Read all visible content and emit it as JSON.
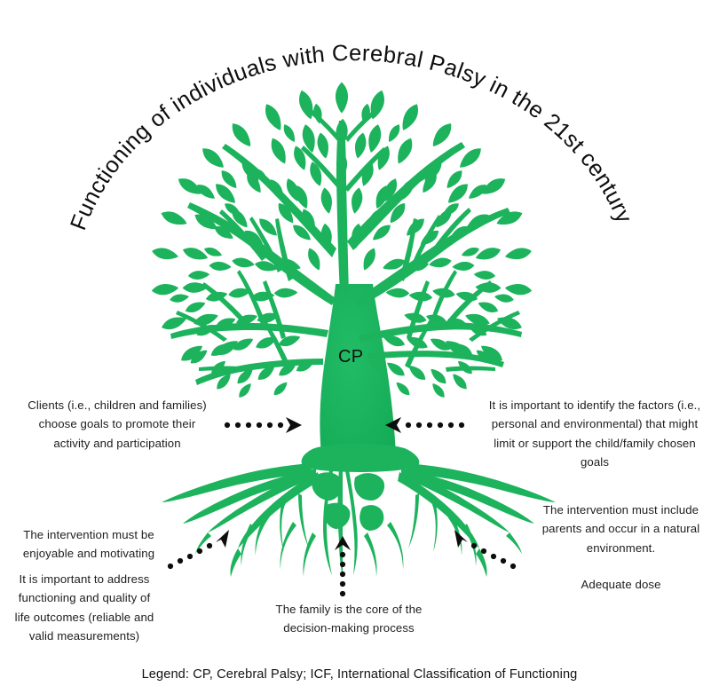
{
  "figure": {
    "title": "Functioning of individuals with Cerebral Palsy in the 21st century",
    "trunk_label": "CP",
    "legend": "Legend: CP, Cerebral Palsy; ICF, International Classification of Functioning",
    "colors": {
      "tree_green": "#1CB35C",
      "text_black": "#1a1a1a",
      "background": "#ffffff"
    }
  },
  "callouts": {
    "clients": {
      "lines": [
        "Clients (i.e., children and families)",
        "choose goals to promote their",
        "activity and participation"
      ],
      "text": "Clients (i.e., children and families) choose goals to promote their activity and participation"
    },
    "factors": {
      "lines": [
        "It is important to identify the factors (i.e.,",
        "personal and environmental) that might",
        "limit or support the child/family chosen",
        "goals"
      ],
      "text": "It is important to identify the factors (i.e., personal and environmental) that might limit or support the child/family chosen goals"
    },
    "enjoyable": {
      "lines": [
        "The intervention must be",
        "enjoyable and motivating"
      ],
      "text": "The intervention must be enjoyable and motivating"
    },
    "measurements": {
      "lines": [
        "It is important to address",
        "functioning and quality of",
        "life outcomes (reliable and",
        "valid measurements)"
      ],
      "text": "It is important to address functioning and quality of life outcomes (reliable and valid measurements)"
    },
    "parents": {
      "lines": [
        "The intervention must include",
        "parents and occur in a natural",
        "environment."
      ],
      "text": "The intervention must include parents and occur in a natural environment."
    },
    "dose": {
      "lines": [
        "Adequate dose"
      ],
      "text": "Adequate dose"
    },
    "family": {
      "lines": [
        "The family is the core of the",
        "decision-making process"
      ],
      "text": "The family is the core of the decision-making process"
    }
  },
  "arrows": [
    {
      "name": "arrow-clients-to-trunk",
      "direction": "right",
      "points_to": "trunk"
    },
    {
      "name": "arrow-factors-to-trunk",
      "direction": "left",
      "points_to": "trunk"
    },
    {
      "name": "arrow-enjoyable-to-roots",
      "direction": "up-right",
      "points_to": "roots"
    },
    {
      "name": "arrow-family-to-roots",
      "direction": "up",
      "points_to": "roots"
    },
    {
      "name": "arrow-parents-to-roots",
      "direction": "up-left",
      "points_to": "roots"
    }
  ]
}
